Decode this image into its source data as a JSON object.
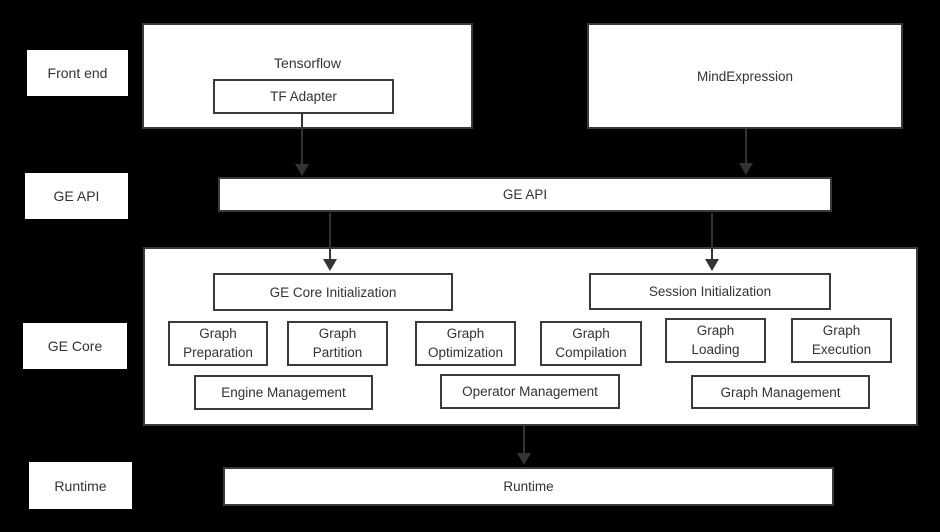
{
  "colors": {
    "background": "#000000",
    "surface": "#ffffff",
    "border": "#3a3a3a",
    "text": "#333333",
    "arrow": "#333333"
  },
  "side_labels": {
    "front_end": "Front end",
    "ge_api": "GE API",
    "ge_core": "GE Core",
    "runtime": "Runtime"
  },
  "front_end": {
    "tensorflow": "Tensorflow",
    "tf_adapter": "TF Adapter",
    "mind_expression": "MindExpression"
  },
  "ge_api": {
    "label": "GE API"
  },
  "ge_core": {
    "ge_core_initialization": "GE Core Initialization",
    "session_initialization": "Session Initialization",
    "modules": [
      {
        "label": "Graph\nPreparation"
      },
      {
        "label": "Graph\nPartition"
      },
      {
        "label": "Graph\nOptimization"
      },
      {
        "label": "Graph\nCompilation"
      },
      {
        "label": "Graph\nLoading"
      },
      {
        "label": "Graph\nExecution"
      }
    ],
    "management": [
      {
        "label": "Engine Management"
      },
      {
        "label": "Operator Management"
      },
      {
        "label": "Graph Management"
      }
    ]
  },
  "runtime": {
    "label": "Runtime"
  }
}
